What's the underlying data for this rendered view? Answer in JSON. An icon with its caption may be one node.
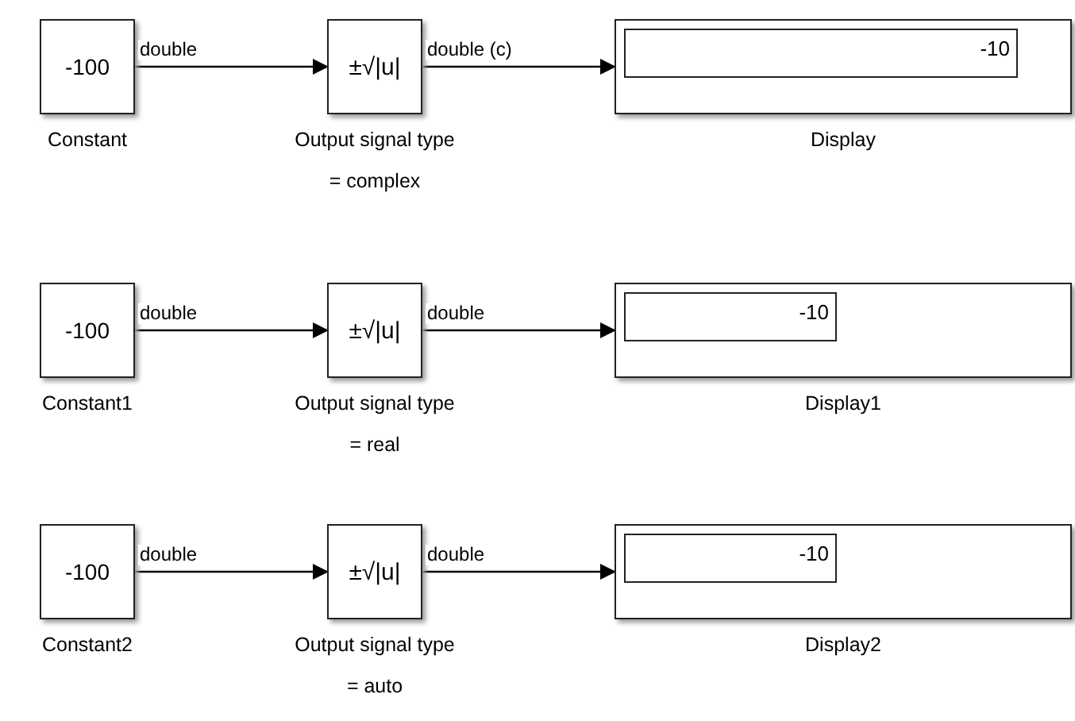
{
  "diagram": {
    "nodes": [
      {
        "text": [
          "-100"
        ],
        "beside": [
          "Constant"
        ]
      },
      {
        "text": [
          "±√|u|"
        ],
        "beside": [
          "Output signal type = complex"
        ]
      },
      {
        "text": [
          "-10"
        ],
        "beside": [
          "Display"
        ]
      },
      {
        "text": [
          "-100"
        ],
        "beside": [
          "Constant1"
        ]
      },
      {
        "text": [
          "±√|u|"
        ],
        "beside": [
          "Output signal type = real"
        ]
      },
      {
        "text": [
          "-10"
        ],
        "beside": [
          "Display1"
        ]
      },
      {
        "text": [
          "-100"
        ],
        "beside": [
          "Constant2"
        ]
      },
      {
        "text": [
          "±√|u|"
        ],
        "beside": [
          "Output signal type = auto"
        ]
      },
      {
        "text": [
          "-10"
        ],
        "beside": [
          "Display2"
        ]
      }
    ],
    "edges": [
      {
        "from": 0,
        "to": 1,
        "arrow": "to",
        "label": "double"
      },
      {
        "from": 1,
        "to": 2,
        "arrow": "to",
        "label": "double (c)"
      },
      {
        "from": 3,
        "to": 4,
        "arrow": "to",
        "label": "double"
      },
      {
        "from": 4,
        "to": 5,
        "arrow": "to",
        "label": "double"
      },
      {
        "from": 6,
        "to": 7,
        "arrow": "to",
        "label": "double"
      },
      {
        "from": 7,
        "to": 8,
        "arrow": "to",
        "label": "double"
      }
    ]
  }
}
